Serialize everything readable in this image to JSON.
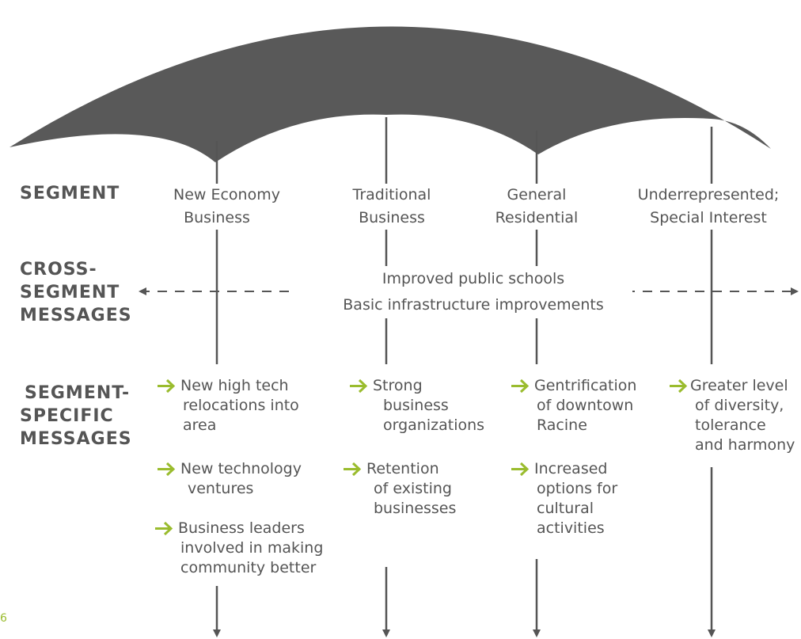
{
  "colors": {
    "canopy": "#595959",
    "text": "#555555",
    "accent": "#9abc2e",
    "line": "#555555"
  },
  "row_labels": {
    "segment": [
      "SEGMENT"
    ],
    "cross_segment": [
      "CROSS-",
      "SEGMENT",
      "MESSAGES"
    ],
    "segment_specific": [
      "SEGMENT-",
      "SPECIFIC",
      "MESSAGES"
    ]
  },
  "segments": [
    {
      "title": [
        "New Economy",
        "Business"
      ],
      "messages": [
        {
          "lines": [
            "New high tech",
            "relocations into",
            "area"
          ]
        },
        {
          "lines": [
            "New technology",
            "ventures"
          ]
        },
        {
          "lines": [
            "Business leaders",
            "involved in making",
            "community better"
          ]
        }
      ]
    },
    {
      "title": [
        "Traditional",
        "Business"
      ],
      "messages": [
        {
          "lines": [
            "Strong",
            "business",
            "organizations"
          ]
        },
        {
          "lines": [
            "Retention",
            "of existing",
            "businesses"
          ]
        }
      ]
    },
    {
      "title": [
        "General",
        "Residential"
      ],
      "messages": [
        {
          "lines": [
            "Gentrification",
            "of downtown",
            "Racine"
          ]
        },
        {
          "lines": [
            "Increased",
            "options for",
            "cultural",
            "activities"
          ]
        }
      ]
    },
    {
      "title": [
        "Underrepresented;",
        "Special Interest"
      ],
      "messages": [
        {
          "lines": [
            "Greater level",
            "of diversity,",
            "tolerance",
            "and harmony"
          ]
        }
      ]
    }
  ],
  "cross_segment_messages": [
    "Improved public schools",
    "Basic infrastructure improvements"
  ],
  "page_number": "6",
  "icons": {
    "message_bullet": "arrow-right-icon",
    "canopy": "umbrella-canopy-icon"
  }
}
